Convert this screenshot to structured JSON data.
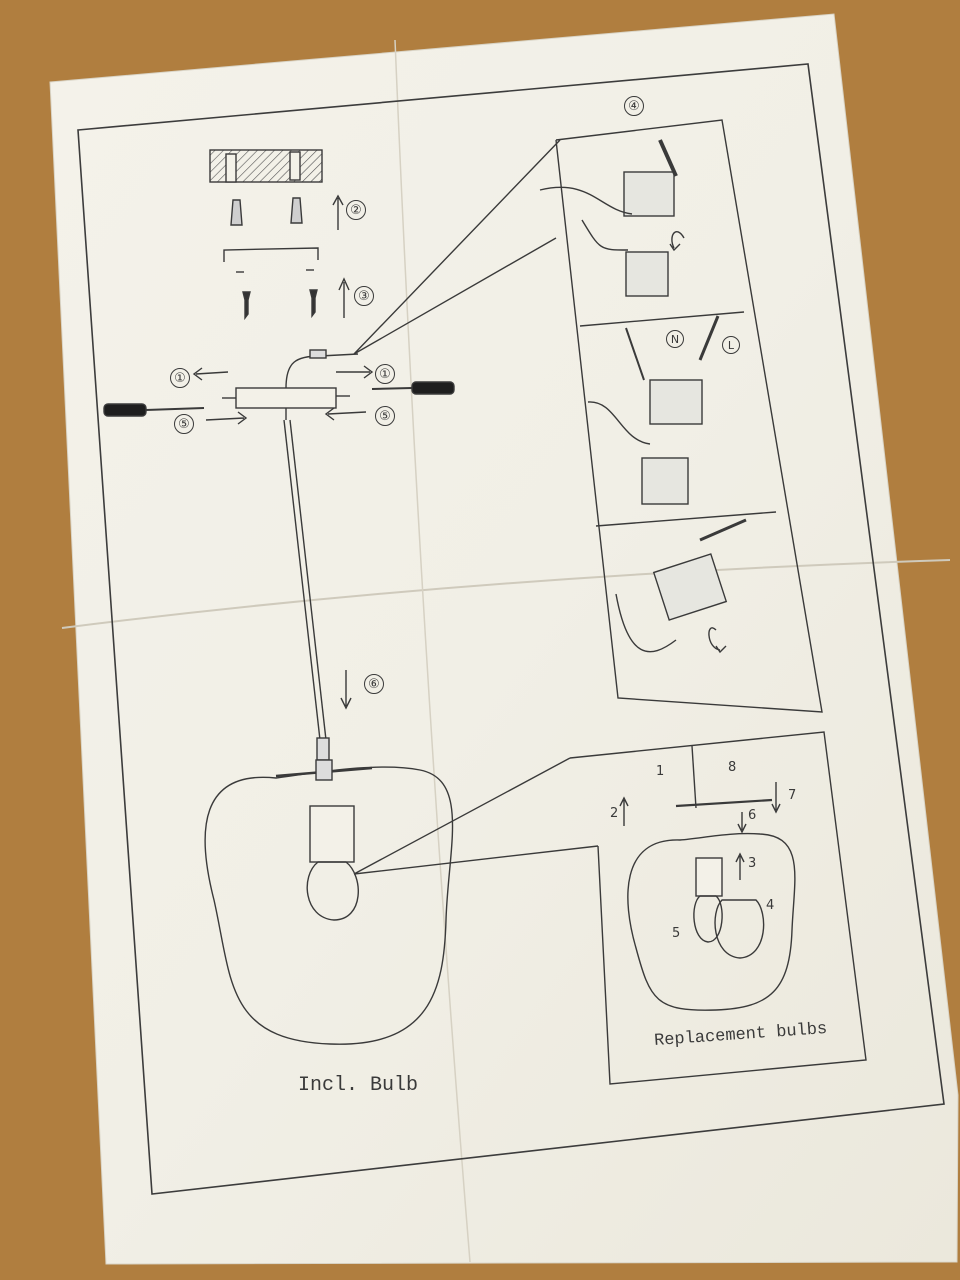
{
  "diagram": {
    "main_caption": "Incl. Bulb",
    "inset_caption": "Replacement bulbs",
    "main_steps": [
      "①",
      "①",
      "②",
      "③",
      "④",
      "⑤",
      "⑤",
      "⑥"
    ],
    "wire_labels": [
      "N",
      "L"
    ],
    "inset_steps": [
      "1",
      "2",
      "3",
      "4",
      "5",
      "6",
      "7",
      "8"
    ]
  }
}
